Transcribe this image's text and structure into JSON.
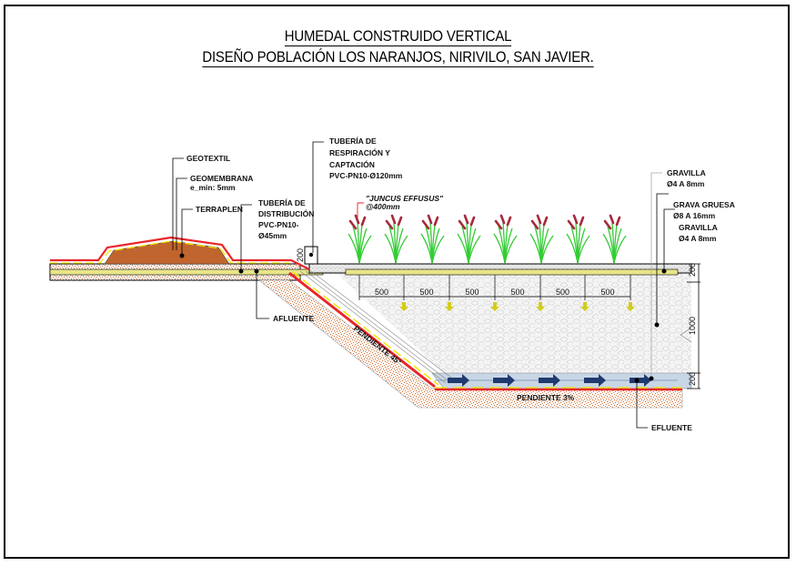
{
  "title": {
    "line1": "HUMEDAL CONSTRUIDO VERTICAL",
    "line2": "DISEÑO POBLACIÓN LOS NARANJOS, NIRIVILO, SAN JAVIER."
  },
  "labels": {
    "geotextil": "GEOTEXTIL",
    "geomembrana": "GEOMEMBRANA",
    "geomembrana_spec": "e_min: 5mm",
    "terraplen": "TERRAPLEN",
    "tuberia_dist_1": "TUBERÍA DE",
    "tuberia_dist_2": "DISTRIBUCIÓN",
    "tuberia_dist_3": "PVC-PN10-",
    "tuberia_dist_4": "Ø45mm",
    "tuberia_resp_1": "TUBERÍA DE",
    "tuberia_resp_2": "RESPIRACIÓN Y",
    "tuberia_resp_3": "CAPTACIÓN",
    "tuberia_resp_4": "PVC-PN10-Ø120mm",
    "plant_1": "\"JUNCUS EFFUSUS\"",
    "plant_2": "@400mm",
    "gravilla_top_1": "GRAVILLA",
    "gravilla_top_2": "Ø4 A 8mm",
    "grava_gruesa_1": "GRAVA GRUESA",
    "grava_gruesa_2": "Ø8 A 16mm",
    "gravilla_bot_1": "GRAVILLA",
    "gravilla_bot_2": "Ø4 A 8mm",
    "afluente": "AFLUENTE",
    "efluente": "EFLUENTE",
    "pendiente_slope": "PENDIENTE 45°",
    "pendiente_bottom": "PENDIENTE 3%"
  },
  "dimensions": {
    "spacing": [
      "500",
      "500",
      "500",
      "500",
      "500",
      "500"
    ],
    "top_layer": "200",
    "main_layer": "1000",
    "bottom_layer": "200",
    "vent_height": "200"
  },
  "plants": {
    "count": 8
  },
  "colors": {
    "soil": "#c8662a",
    "terraplen": "#c0652e",
    "geomembrane_red": "#e8262a",
    "geotextile_yellow": "#f2e600",
    "pipe_yellow": "#e8e58a",
    "gravel": "#e6e6e6",
    "drain_blue": "#b7cadf",
    "flow_arrow": "#1f3a6e",
    "plant_green": "#33cc33",
    "plant_head": "#a52a3a",
    "down_arrow": "#d4cc1a"
  }
}
